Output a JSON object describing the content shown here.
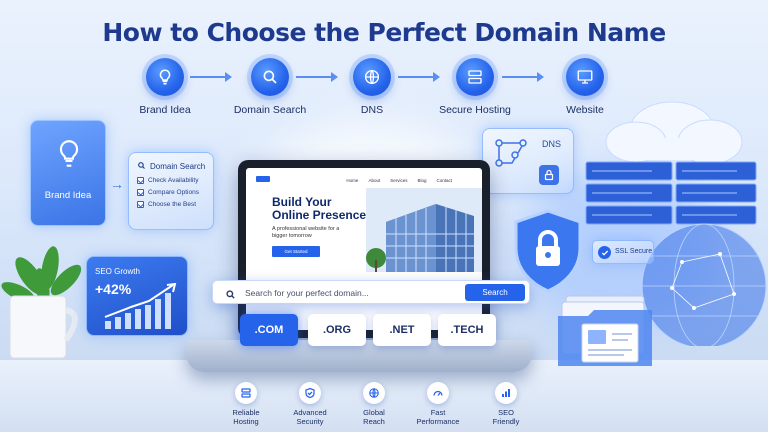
{
  "title": "How to Choose the Perfect Domain Name",
  "flow": [
    {
      "label": "Brand Idea",
      "icon": "lightbulb-icon"
    },
    {
      "label": "Domain Search",
      "icon": "search-icon"
    },
    {
      "label": "DNS",
      "icon": "globe-icon"
    },
    {
      "label": "Secure Hosting",
      "icon": "server-icon"
    },
    {
      "label": "Website",
      "icon": "monitor-icon"
    }
  ],
  "brand_card": {
    "label": "Brand Idea"
  },
  "search_card": {
    "title": "Domain Search",
    "items": [
      "Check Availability",
      "Compare Options",
      "Choose the Best"
    ]
  },
  "seo_card": {
    "title": "SEO Growth",
    "value": "+42%"
  },
  "dns_card": {
    "label": "DNS"
  },
  "laptop": {
    "nav": [
      "Home",
      "About",
      "Services",
      "Blog",
      "Contact"
    ],
    "headline_1": "Build Your",
    "headline_2": "Online Presence",
    "subtext": "A professional website for a bigger tomorrow",
    "cta": "Get Started"
  },
  "search": {
    "placeholder": "Search for your perfect domain...",
    "button": "Search"
  },
  "tlds": [
    ".COM",
    ".ORG",
    ".NET",
    ".TECH"
  ],
  "ssl": {
    "label": "SSL Secure"
  },
  "features": [
    {
      "line1": "Reliable",
      "line2": "Hosting",
      "icon": "server-icon"
    },
    {
      "line1": "Advanced",
      "line2": "Security",
      "icon": "shield-icon"
    },
    {
      "line1": "Global",
      "line2": "Reach",
      "icon": "globe-icon"
    },
    {
      "line1": "Fast",
      "line2": "Performance",
      "icon": "speedometer-icon"
    },
    {
      "line1": "SEO",
      "line2": "Friendly",
      "icon": "bar-chart-icon"
    }
  ],
  "colors": {
    "primary": "#2563eb",
    "title": "#1d3a8f",
    "accent_light": "#5b9cff"
  }
}
